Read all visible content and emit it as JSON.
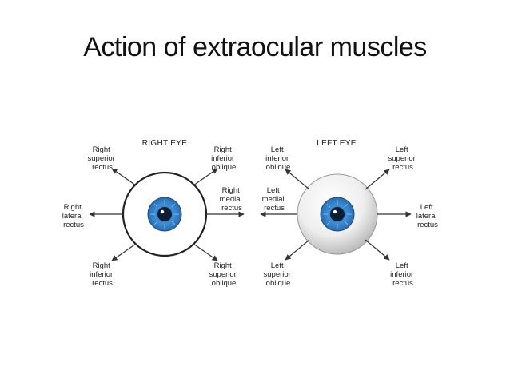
{
  "title": "Action of extraocular muscles",
  "right_eye": {
    "heading": "RIGHT EYE",
    "superior_rectus": [
      "Right",
      "superior",
      "rectus"
    ],
    "inferior_oblique": [
      "Right",
      "inferior",
      "oblique"
    ],
    "lateral_rectus": [
      "Right",
      "lateral",
      "rectus"
    ],
    "medial_rectus": [
      "Right",
      "medial",
      "rectus"
    ],
    "inferior_rectus": [
      "Right",
      "inferior",
      "rectus"
    ],
    "superior_oblique": [
      "Right",
      "superior",
      "oblique"
    ]
  },
  "left_eye": {
    "heading": "LEFT EYE",
    "inferior_oblique": [
      "Left",
      "inferior",
      "oblique"
    ],
    "superior_rectus": [
      "Left",
      "superior",
      "rectus"
    ],
    "medial_rectus": [
      "Left",
      "medial",
      "rectus"
    ],
    "lateral_rectus": [
      "Left",
      "lateral",
      "rectus"
    ],
    "superior_oblique": [
      "Left",
      "superior",
      "oblique"
    ],
    "inferior_rectus": [
      "Left",
      "inferior",
      "rectus"
    ]
  },
  "colors": {
    "iris": "#3d8fd6",
    "pupil": "#0d1d33",
    "arrow": "#333333"
  }
}
